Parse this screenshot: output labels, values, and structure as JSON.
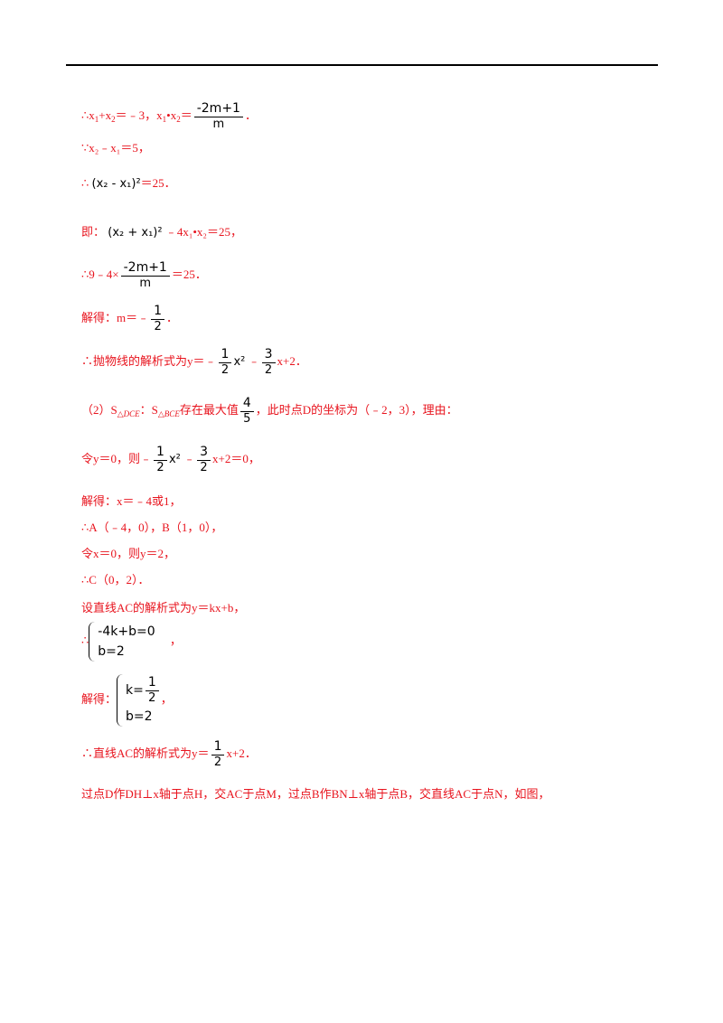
{
  "lines": {
    "l1a": "∴x",
    "l1b": "+x",
    "l1c": "＝﹣3，x",
    "l1d": "•x",
    "l1e": "＝",
    "l1num": "-2m+1",
    "l1den": "m",
    "l1f": "．",
    "l2": "∵x₂﹣x₁＝5，",
    "l3a": "∴",
    "l3b": "＝25．",
    "l4a": "即：",
    "l4b": "﹣4x₁•x₂＝25，",
    "l5a": "∴9﹣4×",
    "l5num": "-2m+1",
    "l5den": "m",
    "l5b": "＝25．",
    "l6a": "解得：m＝﹣",
    "l6num": "1",
    "l6den": "2",
    "l6b": "．",
    "l7a": "∴抛物线的解析式为y＝﹣",
    "l7n1": "1",
    "l7d1": "2",
    "l7b": "﹣",
    "l7n2": "3",
    "l7d2": "2",
    "l7c": "x+2．",
    "l8a": "（2）S",
    "l8s1": "△DCE",
    "l8b": "：S",
    "l8s2": "△BCE",
    "l8c": "存在最大值",
    "l8num": "4",
    "l8den": "5",
    "l8d": "，此时点D的坐标为（﹣2，3），理由：",
    "l9a": "令y＝0，则﹣",
    "l9n1": "1",
    "l9d1": "2",
    "l9b": "﹣",
    "l9n2": "3",
    "l9d2": "2",
    "l9c": "x+2＝0，",
    "l10": "解得：x＝﹣4或1，",
    "l11": "∴A（﹣4，0），B（1，0），",
    "l12": "令x＝0，则y＝2，",
    "l13": "∴C（0，2）．",
    "l14": "设直线AC的解析式为y＝kx+b，",
    "l15a": "∴",
    "l15r1": "-4k+b=0",
    "l15r2": "b=2",
    "l15b": "，",
    "l16a": "解得：",
    "l16r1": "k=",
    "l16num": "1",
    "l16den": "2",
    "l16r2": "b=2",
    "l16b": "，",
    "l17a": "∴直线AC的解析式为y＝",
    "l17num": "1",
    "l17den": "2",
    "l17b": "x+2．",
    "l18": "过点D作DH⊥x轴于点H，交AC于点M，过点B作BN⊥x轴于点B，交直线AC于点N，如图，"
  },
  "mono": {
    "sq1": "(x₂ - x₁)²",
    "sq2": "(x₂ + x₁)²",
    "xsq": "x²"
  },
  "colors": {
    "text": "#e8141e",
    "math": "#000000"
  }
}
